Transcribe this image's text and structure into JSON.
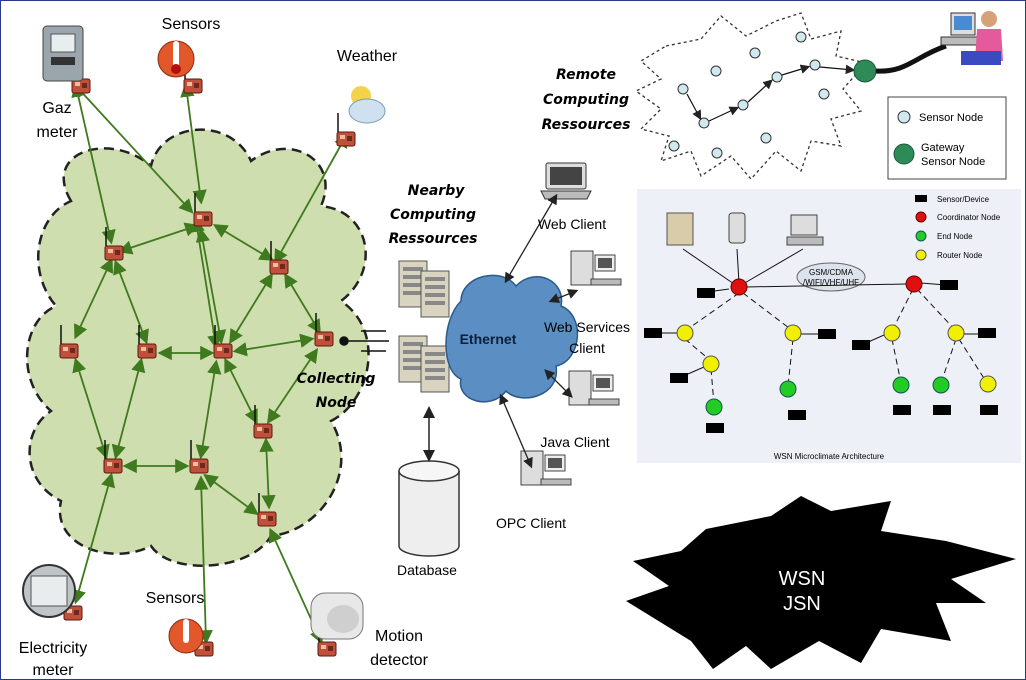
{
  "labels": {
    "sensors_top": "Sensors",
    "weather": "Weather",
    "gaz_meter_1": "Gaz",
    "gaz_meter_2": "meter",
    "nearby_1": "Nearby",
    "nearby_2": "Computing",
    "nearby_3": "Ressources",
    "remote_1": "Remote",
    "remote_2": "Computing",
    "remote_3": "Ressources",
    "collecting_1": "Collecting",
    "collecting_2": "Node",
    "ethernet": "Ethernet",
    "web_client": "Web Client",
    "web_services_1": "Web Services",
    "web_services_2": "Client",
    "java_client": "Java Client",
    "opc_client": "OPC Client",
    "database": "Database",
    "sensors_bottom": "Sensors",
    "electricity_1": "Electricity",
    "electricity_2": "meter",
    "motion_1": "Motion",
    "motion_2": "detector"
  },
  "legend_remote": {
    "sensor_node": "Sensor Node",
    "gateway_1": "Gateway",
    "gateway_2": "Sensor Node"
  },
  "microclimate": {
    "legend": [
      "Sensor/Device",
      "Coordinator Node",
      "End Node",
      "Router Node"
    ],
    "gsm_1": "GSM/CDMA",
    "gsm_2": "/WIFI/VHF/UHF",
    "caption": "WSN Microclimate Architecture"
  },
  "star": {
    "line1": "WSN",
    "line2": "JSN"
  },
  "colors": {
    "cloud_fill": "#cfdeae",
    "arrow": "#3f7a1e",
    "sensor_node": "#cfe9ee",
    "gateway": "#2e8b57",
    "coordinator": "#e01010",
    "end_node": "#22cc22",
    "router_node": "#f0f000",
    "ethernet_cloud": "#5b8fc4",
    "panel_bg": "#eef0f7"
  }
}
